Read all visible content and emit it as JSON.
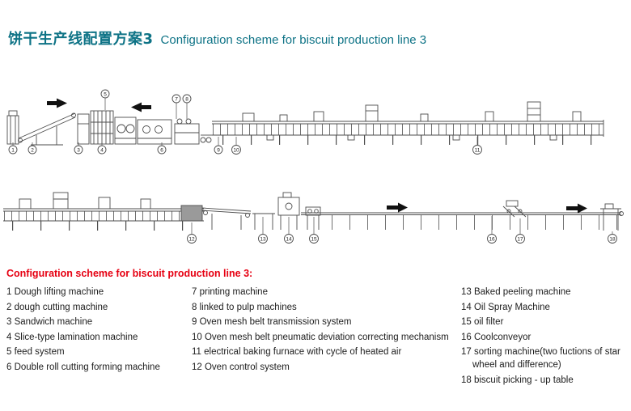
{
  "header": {
    "title_zh": "饼干生产线配置方案3",
    "title_en": "Configuration scheme for biscuit production line 3",
    "accent_color": "#0e7386"
  },
  "diagram": {
    "line_color": "#4d4d4d",
    "arrow_color": "#111111",
    "row1_callouts": [
      "1",
      "2",
      "3",
      "4",
      "5",
      "6",
      "7",
      "8",
      "9",
      "10",
      "11"
    ],
    "row2_callouts": [
      "12",
      "13",
      "14",
      "15",
      "16",
      "17",
      "18"
    ]
  },
  "legend": {
    "heading": "Configuration scheme for biscuit production line 3:",
    "heading_color": "#e60012",
    "columns": [
      {
        "items": [
          "1 Dough lifting machine",
          "2 dough cutting machine",
          "3 Sandwich machine",
          "4 Slice-type lamination machine",
          "5 feed  system",
          "6 Double roll cutting forming machine"
        ]
      },
      {
        "items": [
          "7 printing machine",
          "8 linked to pulp machines",
          "9 Oven mesh belt transmission system",
          "10 Oven mesh belt pneumatic deviation correcting mechanism",
          "11 electrical baking furnace with cycle of heated air",
          "12 Oven control system"
        ]
      },
      {
        "items": [
          "13 Baked peeling machine",
          "14 Oil Spray Machine",
          "15 oil filter",
          "16 Coolconveyor",
          "17 sorting machine(two fuctions of star wheel and difference)",
          "18 biscuit picking - up table"
        ]
      }
    ]
  }
}
